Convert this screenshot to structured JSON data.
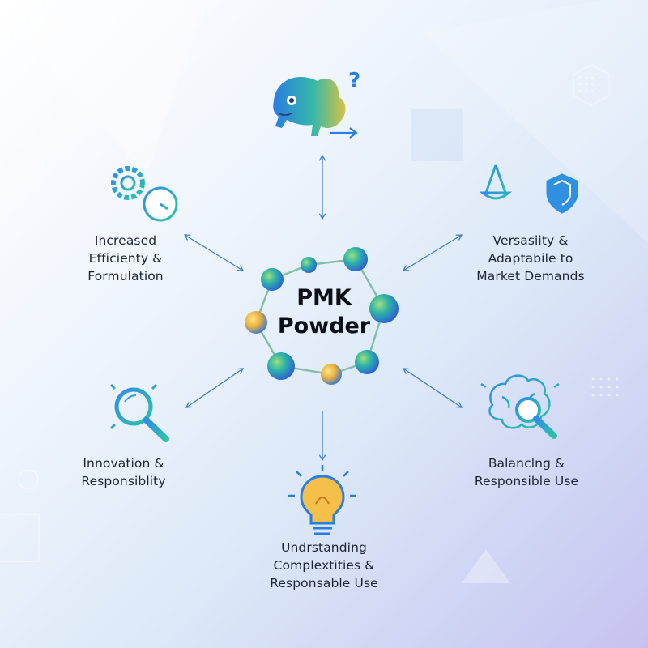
{
  "center": {
    "line1": "PMK",
    "line2": "Powder"
  },
  "nodes": {
    "efficiency": {
      "lines": [
        "Increased",
        "Efficienty &",
        "Formulation"
      ],
      "icon": "gears-stopwatch-icon"
    },
    "versatility": {
      "lines": [
        "Versasiity &",
        "Adaptabile to",
        "Market Demands"
      ],
      "icon": "scales-shield-icon"
    },
    "innovation": {
      "lines": [
        "Innovation &",
        "Responsiblity"
      ],
      "icon": "magnifier-icon"
    },
    "balancing": {
      "lines": [
        "Balanclng &",
        "Responsible Use"
      ],
      "icon": "brain-magnifier-icon"
    },
    "understanding": {
      "lines": [
        "Undrstanding",
        "Complextities &",
        "Responsable Use"
      ],
      "icon": "lightbulb-icon"
    },
    "chameleon": {
      "icon": "chameleon-question-icon"
    }
  },
  "colors": {
    "arrow": "#3b7fc4",
    "ring": "#7fbfa3",
    "accent_blue": "#2a7de1",
    "accent_teal": "#2bb5a0",
    "accent_gold": "#e8b93c"
  }
}
